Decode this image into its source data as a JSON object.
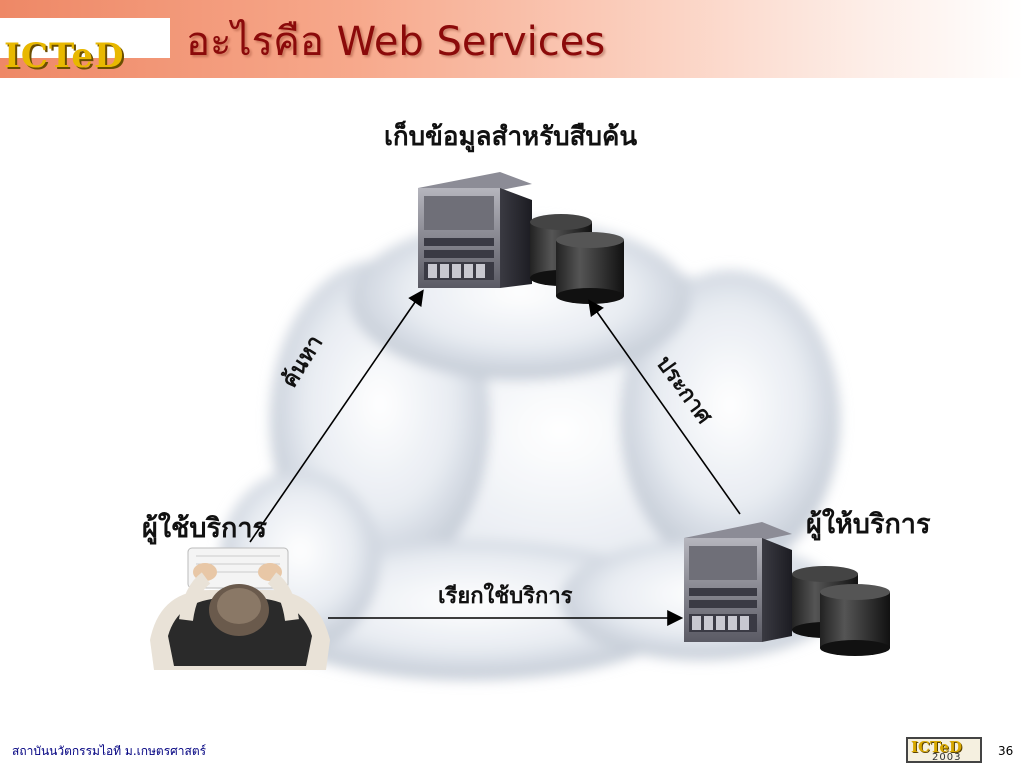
{
  "header": {
    "logo_text": "ICTeD",
    "title": "อะไรคือ Web Services"
  },
  "diagram": {
    "registry_label": "เก็บข้อมูลสำหรับสืบค้น",
    "consumer_label": "ผู้ใช้บริการ",
    "provider_label": "ผู้ให้บริการ",
    "edge_find_label": "ค้นหา",
    "edge_publish_label": "ประกาศ",
    "edge_invoke_label": "เรียกใช้บริการ"
  },
  "footer": {
    "institution": "สถาบันนวัตกรรมไอที ม.เกษตรศาสตร์",
    "logo_text": "ICTeD",
    "logo_year": "2003",
    "page_number": "36"
  }
}
